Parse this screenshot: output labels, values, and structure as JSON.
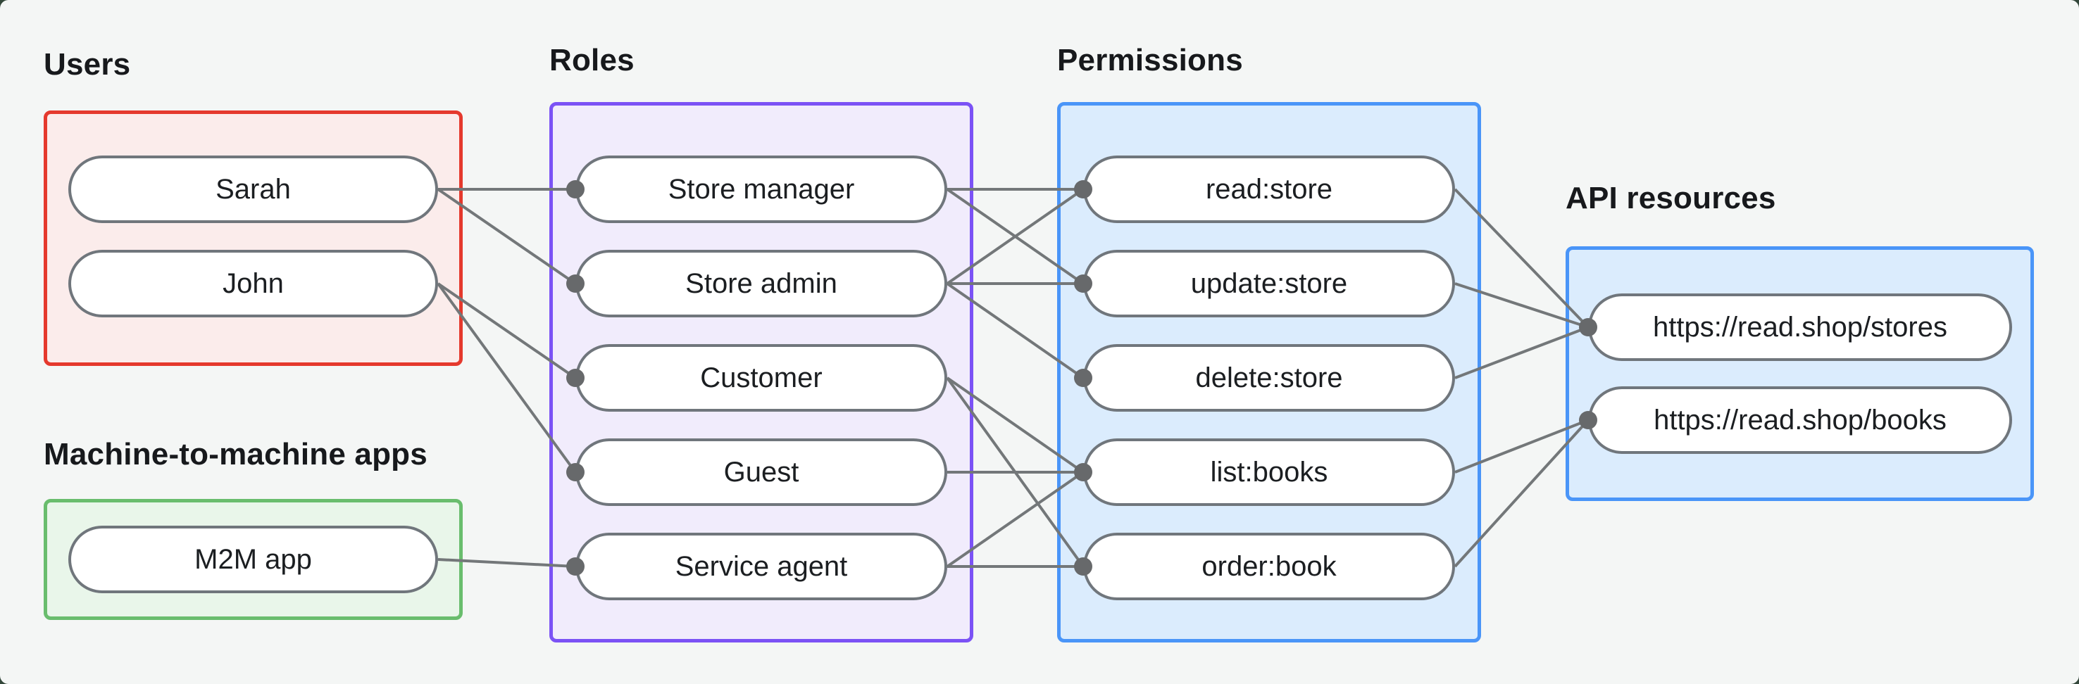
{
  "diagram": {
    "background": "#f4f6f5",
    "outside_color": "#33473a",
    "node_border_color": "#70767c",
    "node_fill": "#ffffff",
    "edge_color": "#737779",
    "edge_dot_color": "#67696b",
    "text_color": "#1b1e21",
    "groups": [
      {
        "id": "users",
        "label": "Users",
        "color": "#e5392d",
        "fill": "#fbeceb",
        "nodes": [
          {
            "id": "sarah",
            "label": "Sarah"
          },
          {
            "id": "john",
            "label": "John"
          }
        ]
      },
      {
        "id": "m2m",
        "label": "Machine-to-machine apps",
        "color": "#69bd6d",
        "fill": "#e9f6ea",
        "nodes": [
          {
            "id": "m2m_app",
            "label": "M2M app"
          }
        ]
      },
      {
        "id": "roles",
        "label": "Roles",
        "color": "#7b52f5",
        "fill": "#f1ecfc",
        "nodes": [
          {
            "id": "store_manager",
            "label": "Store manager"
          },
          {
            "id": "store_admin",
            "label": "Store admin"
          },
          {
            "id": "customer",
            "label": "Customer"
          },
          {
            "id": "guest",
            "label": "Guest"
          },
          {
            "id": "service_agent",
            "label": "Service agent"
          }
        ]
      },
      {
        "id": "permissions",
        "label": "Permissions",
        "color": "#4a95f8",
        "fill": "#dbecfd",
        "nodes": [
          {
            "id": "read_store",
            "label": "read:store"
          },
          {
            "id": "update_store",
            "label": "update:store"
          },
          {
            "id": "delete_store",
            "label": "delete:store"
          },
          {
            "id": "list_books",
            "label": "list:books"
          },
          {
            "id": "order_book",
            "label": "order:book"
          }
        ]
      },
      {
        "id": "api_resources",
        "label": "API resources",
        "color": "#4a95f8",
        "fill": "#dbecfd",
        "nodes": [
          {
            "id": "stores",
            "label": "https://read.shop/stores"
          },
          {
            "id": "books",
            "label": "https://read.shop/books"
          }
        ]
      }
    ],
    "edges": [
      [
        "sarah",
        "store_manager"
      ],
      [
        "sarah",
        "store_admin"
      ],
      [
        "john",
        "customer"
      ],
      [
        "john",
        "guest"
      ],
      [
        "m2m_app",
        "service_agent"
      ],
      [
        "store_manager",
        "read_store"
      ],
      [
        "store_manager",
        "update_store"
      ],
      [
        "store_admin",
        "read_store"
      ],
      [
        "store_admin",
        "update_store"
      ],
      [
        "store_admin",
        "delete_store"
      ],
      [
        "customer",
        "list_books"
      ],
      [
        "customer",
        "order_book"
      ],
      [
        "guest",
        "list_books"
      ],
      [
        "service_agent",
        "list_books"
      ],
      [
        "service_agent",
        "order_book"
      ],
      [
        "read_store",
        "stores"
      ],
      [
        "update_store",
        "stores"
      ],
      [
        "delete_store",
        "stores"
      ],
      [
        "list_books",
        "books"
      ],
      [
        "order_book",
        "books"
      ]
    ]
  }
}
